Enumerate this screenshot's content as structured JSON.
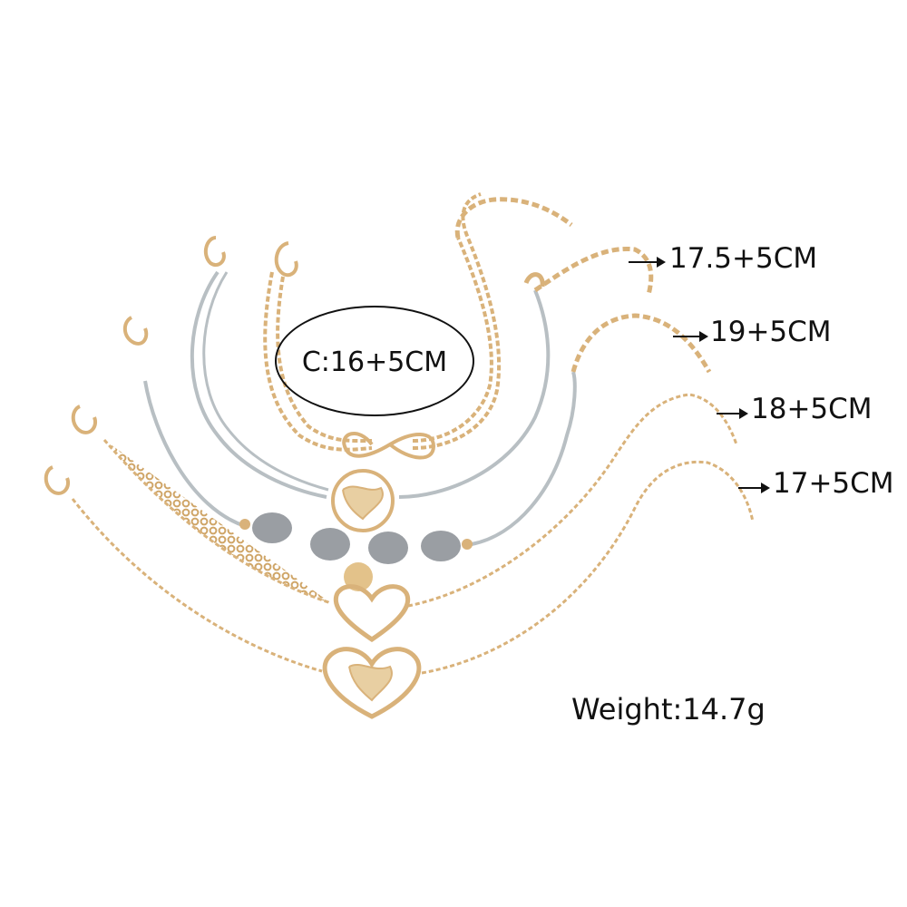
{
  "image": {
    "subject": "set of five gold bracelets with chains, cords, beads and charms",
    "background_color": "#ffffff",
    "gold_color": "#d9b27a",
    "cord_color": "#b8bfc3",
    "bead_color": "#9a9ea3"
  },
  "labels": {
    "size_c": "C:16+5CM",
    "size_1": "17.5+5CM",
    "size_2": "19+5CM",
    "size_3": "18+5CM",
    "size_4": "17+5CM",
    "weight": "Weight:14.7g"
  }
}
